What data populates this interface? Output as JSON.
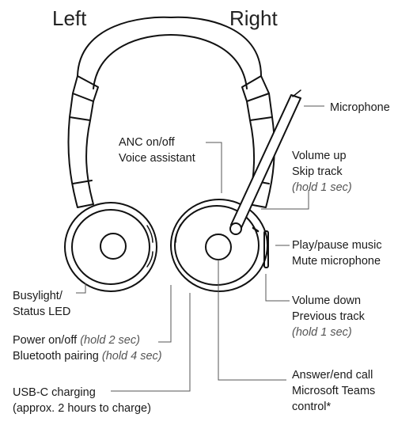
{
  "titles": {
    "left": "Left",
    "right": "Right"
  },
  "labels": {
    "microphone": "Microphone",
    "anc": {
      "line1": "ANC on/off",
      "line2": "Voice assistant"
    },
    "volume_up": {
      "line1": "Volume up",
      "line2": "Skip track",
      "note": "(hold 1 sec)"
    },
    "play_pause": {
      "line1": "Play/pause music",
      "line2": "Mute microphone"
    },
    "volume_down": {
      "line1": "Volume down",
      "line2": "Previous track",
      "note": "(hold 1 sec)"
    },
    "answer_end": {
      "line1": "Answer/end call",
      "line2": "Microsoft Teams",
      "line3": "control*"
    },
    "busylight": {
      "line1": "Busylight/",
      "line2": "Status LED"
    },
    "power": {
      "text": "Power on/off ",
      "note": "(hold 2 sec)"
    },
    "bluetooth": {
      "text": "Bluetooth pairing ",
      "note": "(hold 4 sec)"
    },
    "usbc": {
      "line1": "USB-C charging",
      "line2": "(approx. 2 hours to charge)"
    }
  }
}
